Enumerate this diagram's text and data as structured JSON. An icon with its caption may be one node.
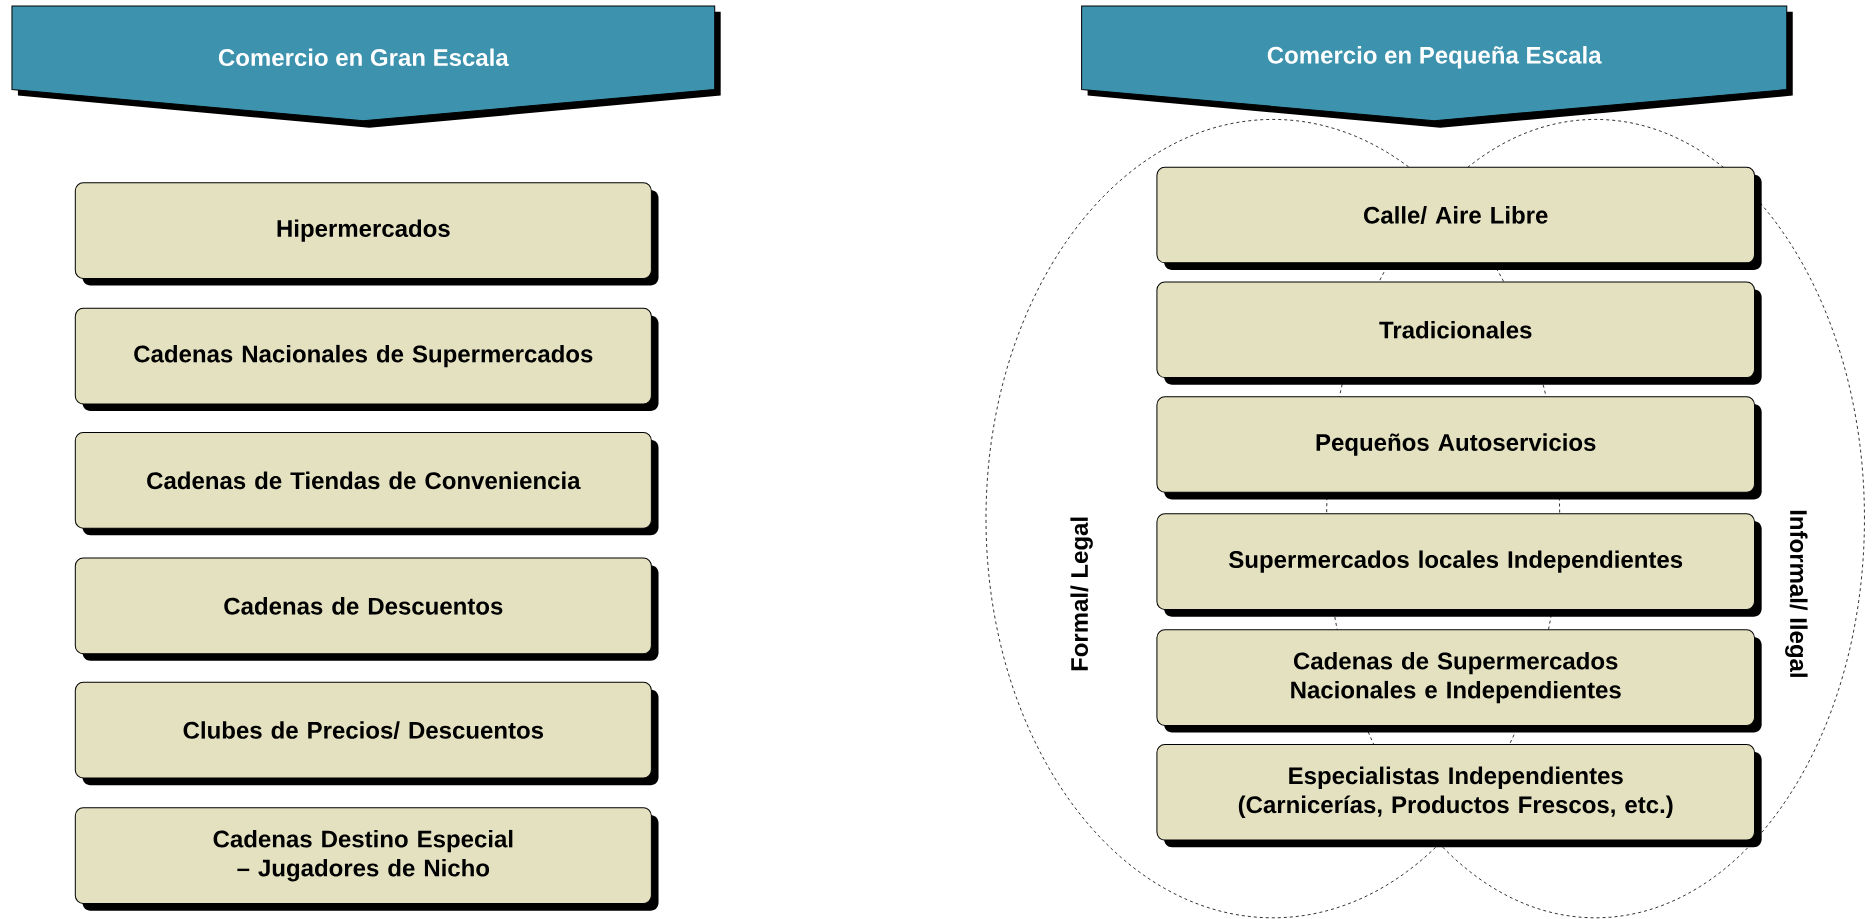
{
  "diagram": {
    "nodes": [
      {
        "text": [
          "Comercio en Gran Escala"
        ]
      },
      {
        "text": [
          "Comercio en Pequeña Escala"
        ]
      },
      {
        "text": [
          "Hipermercados"
        ]
      },
      {
        "text": [
          "Cadenas Nacionales de Supermercados"
        ]
      },
      {
        "text": [
          "Cadenas de Tiendas de Conveniencia"
        ]
      },
      {
        "text": [
          "Cadenas de Descuentos"
        ]
      },
      {
        "text": [
          "Clubes de Precios/ Descuentos"
        ]
      },
      {
        "text": [
          "Cadenas Destino Especial – Jugadores de Nicho"
        ]
      },
      {
        "text": [
          "Formal/ Legal"
        ]
      },
      {
        "text": [
          "Informal/ Ilegal"
        ]
      },
      {
        "text": [
          "Calle/ Aire Libre"
        ]
      },
      {
        "text": [
          "Tradicionales"
        ]
      },
      {
        "text": [
          "Pequeños Autoservicios"
        ]
      },
      {
        "text": [
          "Supermercados locales Independientes"
        ]
      },
      {
        "text": [
          "Cadenas de Supermercados Nacionales e Independientes"
        ]
      },
      {
        "text": [
          "Especialistas Independientes (Carnicerías, Productos Frescos, etc.)"
        ]
      }
    ],
    "edges": []
  }
}
